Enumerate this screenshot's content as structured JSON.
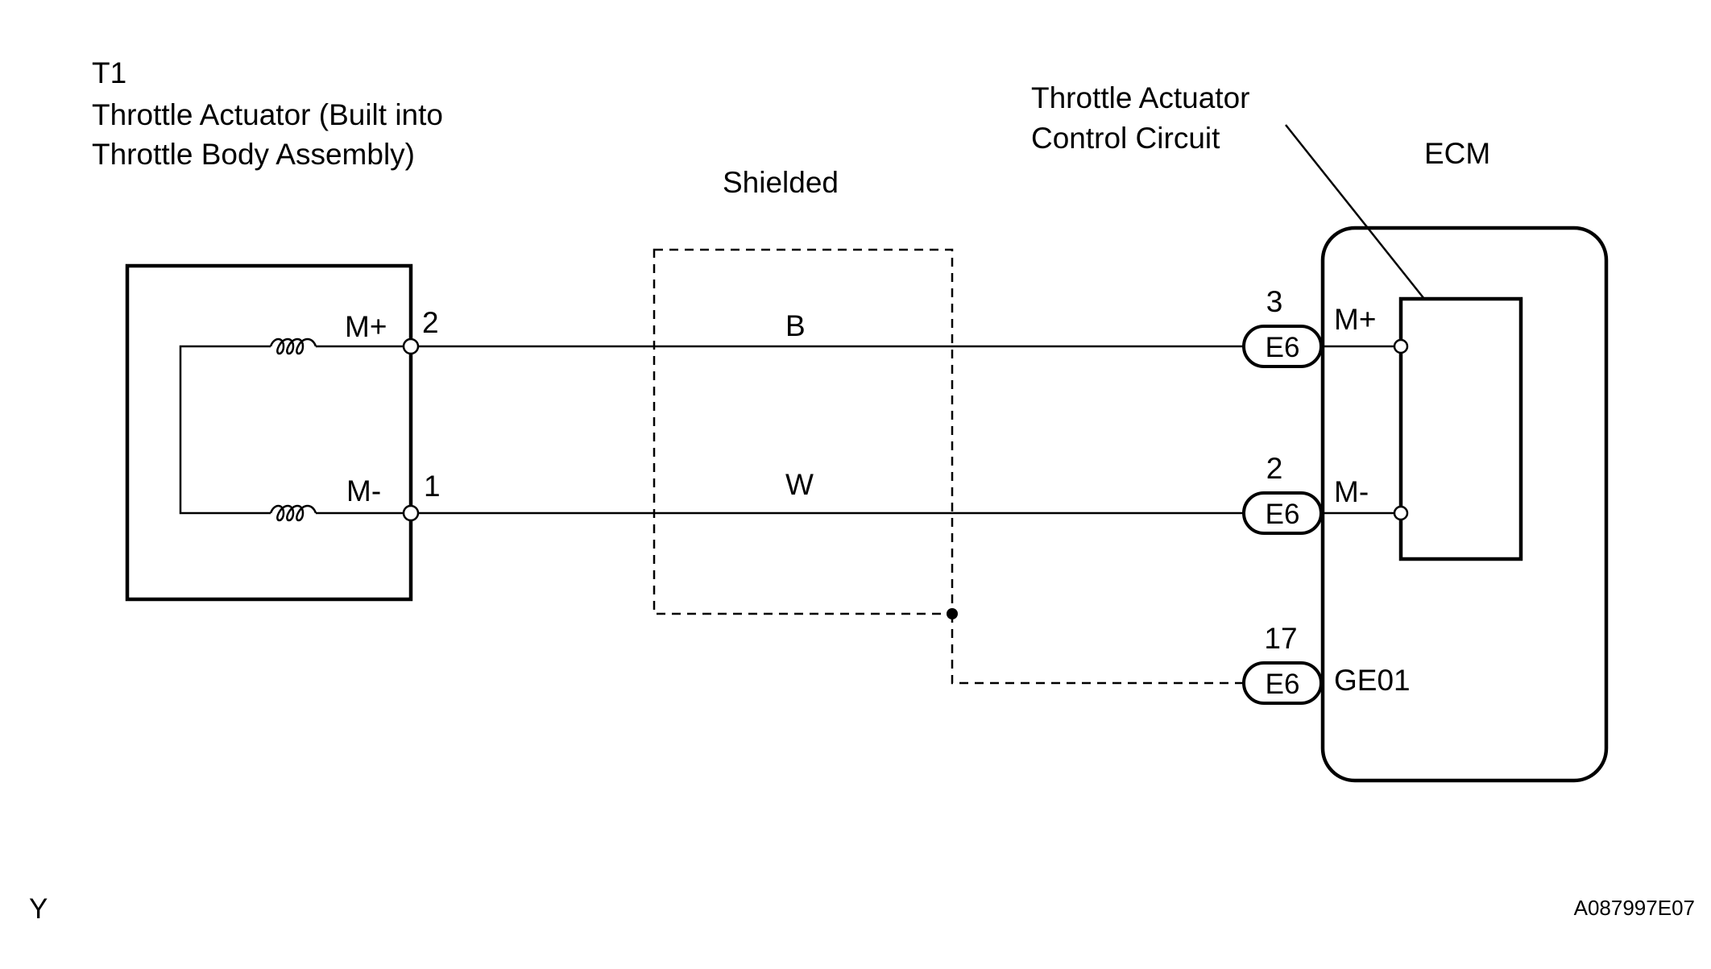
{
  "actuator": {
    "code": "T1",
    "name_line1": "Throttle Actuator (Built into",
    "name_line2": "Throttle Body Assembly)",
    "pins": [
      {
        "label": "M+",
        "number": "2"
      },
      {
        "label": "M-",
        "number": "1"
      }
    ]
  },
  "shield": {
    "label": "Shielded"
  },
  "wires": [
    {
      "color": "B"
    },
    {
      "color": "W"
    }
  ],
  "ecm": {
    "title": "ECM",
    "circuit_line1": "Throttle Actuator",
    "circuit_line2": "Control Circuit",
    "connections": [
      {
        "pin_number": "3",
        "connector": "E6",
        "terminal": "M+"
      },
      {
        "pin_number": "2",
        "connector": "E6",
        "terminal": "M-"
      },
      {
        "pin_number": "17",
        "connector": "E6",
        "terminal": "GE01"
      }
    ]
  },
  "footer": {
    "left_code": "Y",
    "figure_id": "A087997E07"
  }
}
